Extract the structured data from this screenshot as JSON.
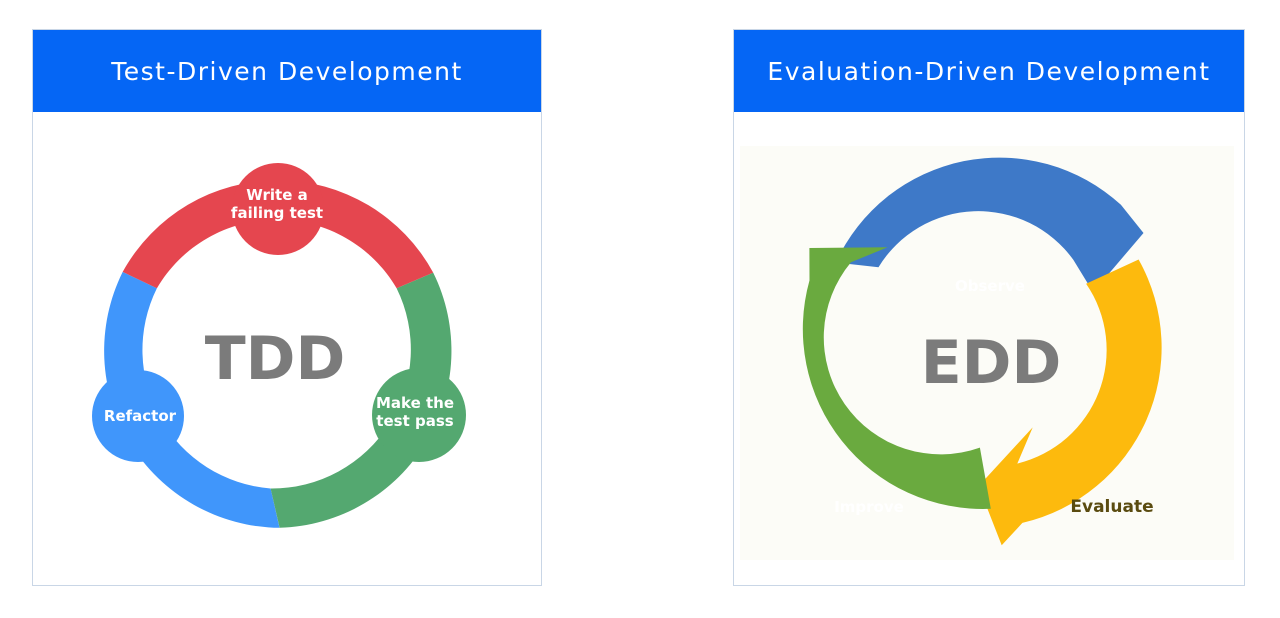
{
  "tdd": {
    "title": "Test-Driven Development",
    "center": "TDD",
    "steps": [
      {
        "line1": "Write a",
        "line2": "failing test",
        "color": "#e5464f"
      },
      {
        "line1": "Make the",
        "line2": "test pass",
        "color": "#54a870"
      },
      {
        "line1": "Refactor",
        "line2": "",
        "color": "#4096fb"
      }
    ]
  },
  "edd": {
    "title": "Evaluation-Driven Development",
    "center": "EDD",
    "steps": [
      {
        "label": "Observe",
        "color": "#3e79c8"
      },
      {
        "label": "Evaluate",
        "color": "#fdba0d"
      },
      {
        "label": "Improve",
        "color": "#6aaa3f"
      }
    ]
  },
  "colors": {
    "header": "#0566f5",
    "panel_border": "#c9d6e6",
    "center_text": "#7b7b7b"
  }
}
